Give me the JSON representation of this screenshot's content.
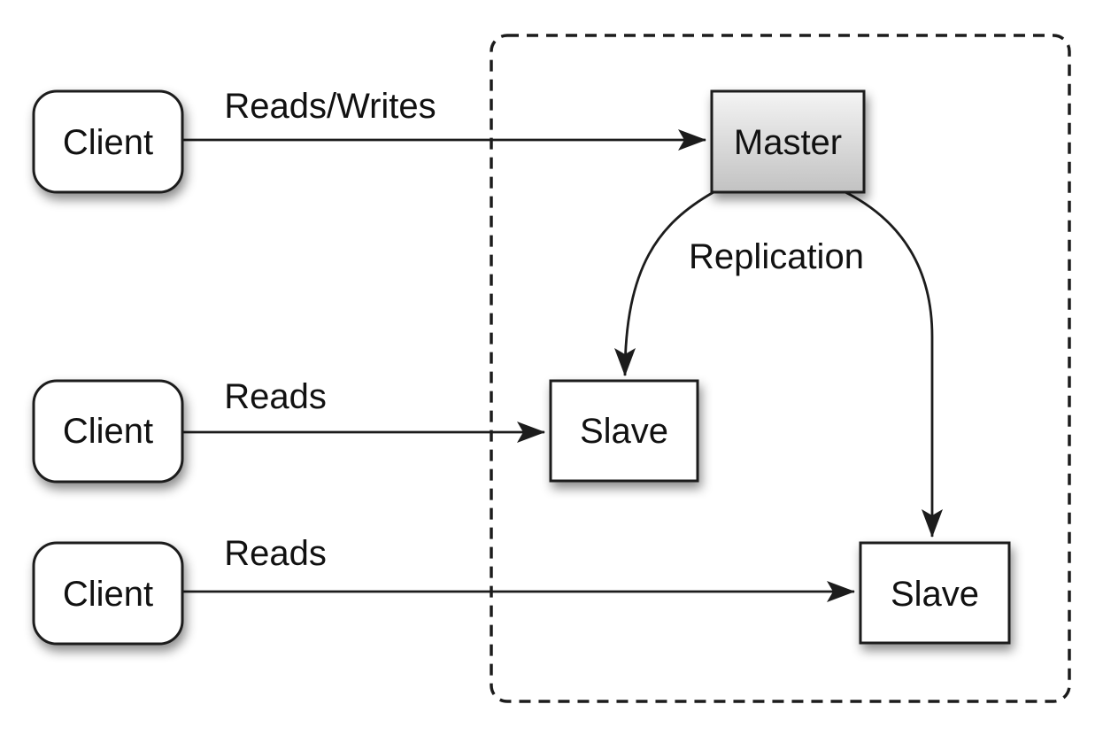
{
  "diagram": {
    "kind": "master-slave-replication",
    "nodes": {
      "client1": {
        "label": "Client"
      },
      "client2": {
        "label": "Client"
      },
      "client3": {
        "label": "Client"
      },
      "master": {
        "label": "Master"
      },
      "slave1": {
        "label": "Slave"
      },
      "slave2": {
        "label": "Slave"
      }
    },
    "edges": {
      "reads_writes": {
        "label": "Reads/Writes",
        "from": "client1",
        "to": "master"
      },
      "reads_middle": {
        "label": "Reads",
        "from": "client2",
        "to": "slave1"
      },
      "reads_bottom": {
        "label": "Reads",
        "from": "client3",
        "to": "slave2"
      },
      "replication_left": {
        "label": "Replication",
        "from": "master",
        "to": "slave1"
      },
      "replication_right": {
        "label": "",
        "from": "master",
        "to": "slave2"
      }
    }
  },
  "colors": {
    "background": "#ffffff",
    "stroke": "#1c1c1c",
    "text": "#111111",
    "node-fill": "#ffffff",
    "master-grad-top": "#f4f4f4",
    "master-grad-bottom": "#c2c2c2"
  }
}
